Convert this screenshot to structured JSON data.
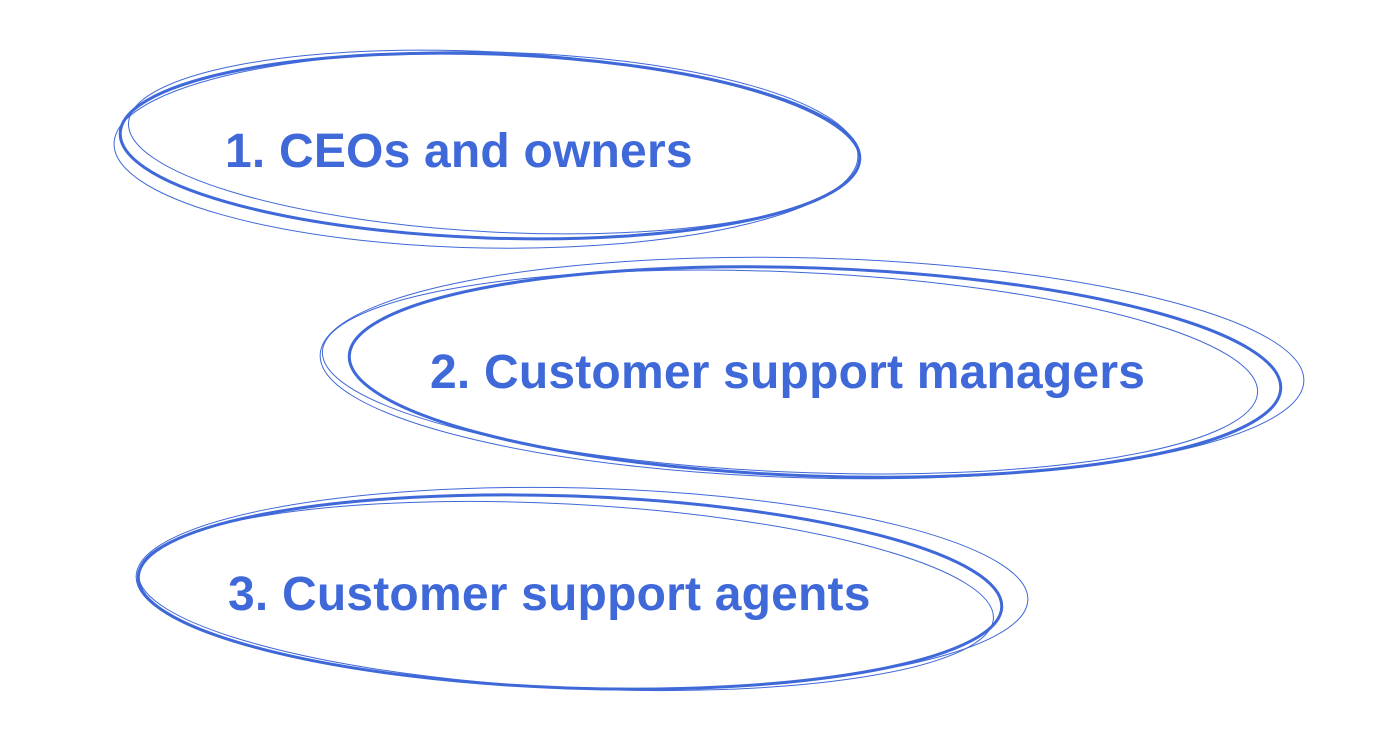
{
  "accent_color": "#3f68d8",
  "items": [
    {
      "label": "1. CEOs and owners"
    },
    {
      "label": "2. Customer support managers"
    },
    {
      "label": "3. Customer support agents"
    }
  ]
}
